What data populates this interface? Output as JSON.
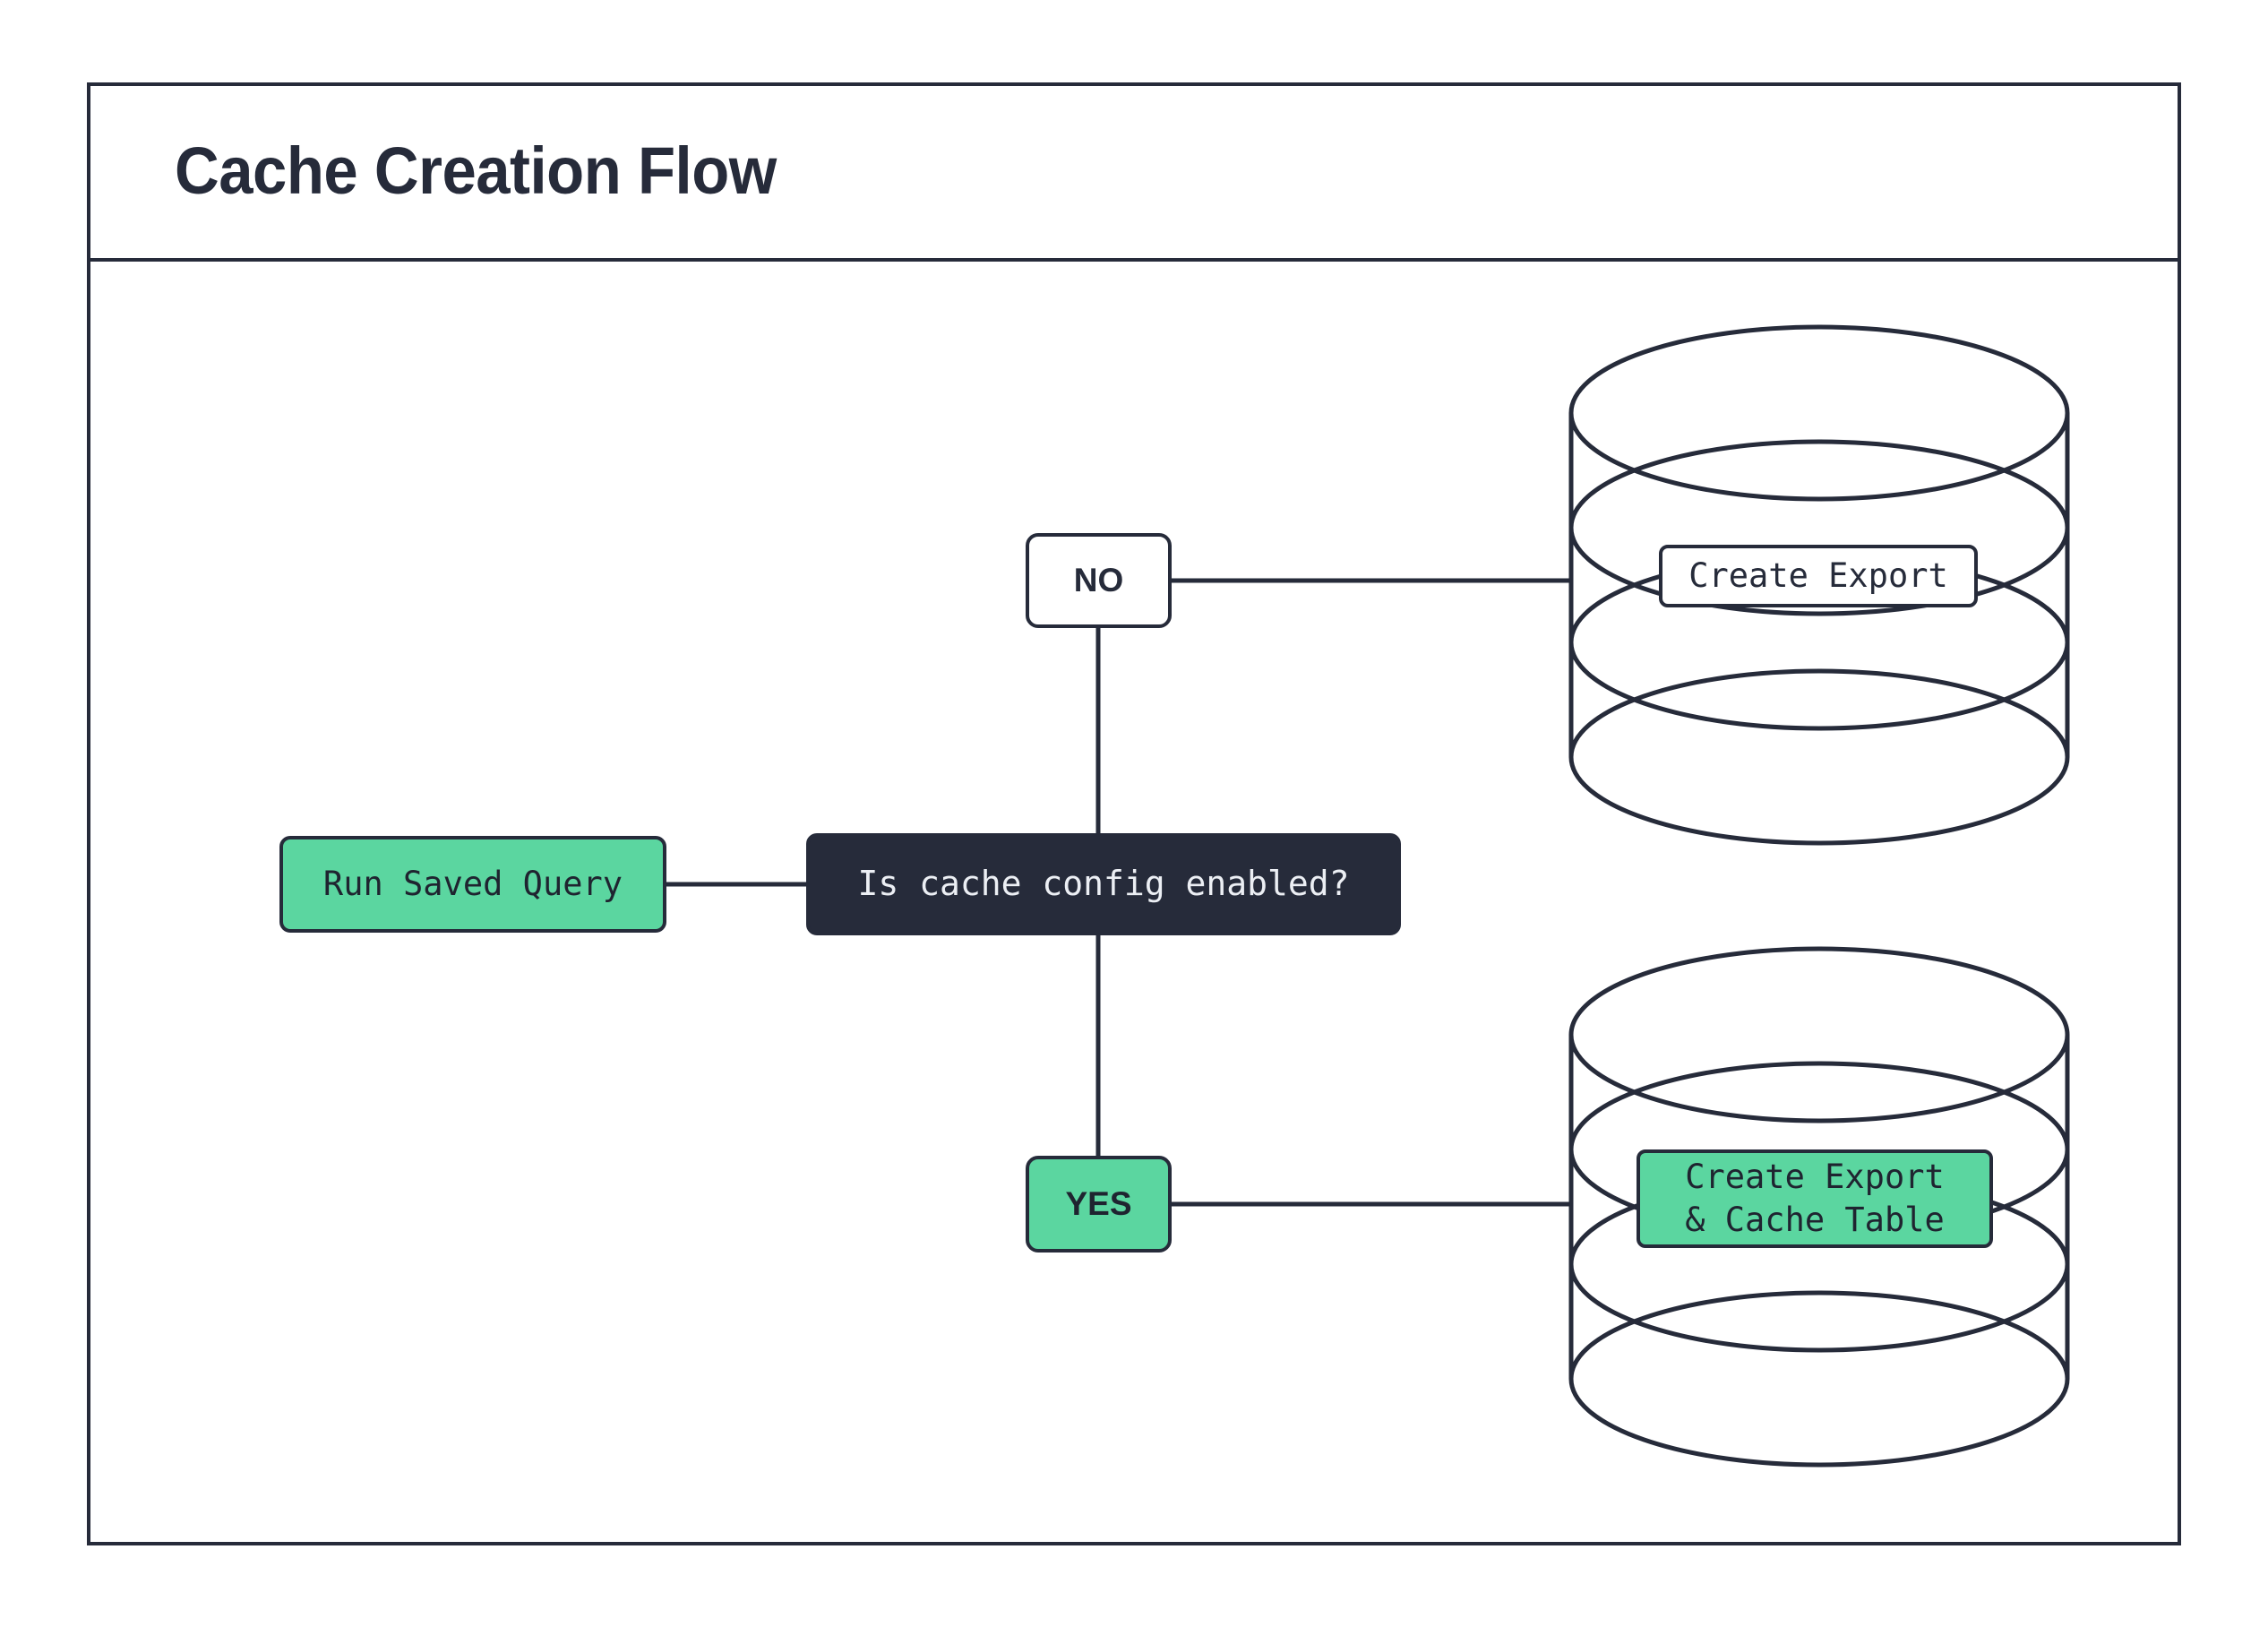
{
  "diagram": {
    "title": "Cache Creation Flow",
    "colors": {
      "ink": "#262b3a",
      "green": "#5bd6a0",
      "dark_fill": "#262b3a",
      "light_text": "#eceff4",
      "background": "#ffffff"
    },
    "nodes": {
      "start": {
        "label": "Run Saved Query",
        "style": "green-rounded-rect"
      },
      "decision": {
        "label": "Is cache config enabled?",
        "style": "dark-rounded-rect"
      },
      "branch_no": {
        "label": "NO",
        "style": "white-rounded-rect"
      },
      "branch_yes": {
        "label": "YES",
        "style": "green-rounded-rect"
      },
      "database_top": {
        "label": "Create Export",
        "style": "database-cylinder",
        "label_fill": "white"
      },
      "database_bottom": {
        "label": "Create Export\n& Cache Table",
        "style": "database-cylinder",
        "label_fill": "green"
      }
    },
    "edges": [
      {
        "from": "Run Saved Query",
        "to": "Is cache config enabled?"
      },
      {
        "from": "Is cache config enabled?",
        "to": "NO"
      },
      {
        "from": "NO",
        "to": "Create Export"
      },
      {
        "from": "Is cache config enabled?",
        "to": "YES"
      },
      {
        "from": "YES",
        "to": "Create Export & Cache Table"
      }
    ]
  }
}
